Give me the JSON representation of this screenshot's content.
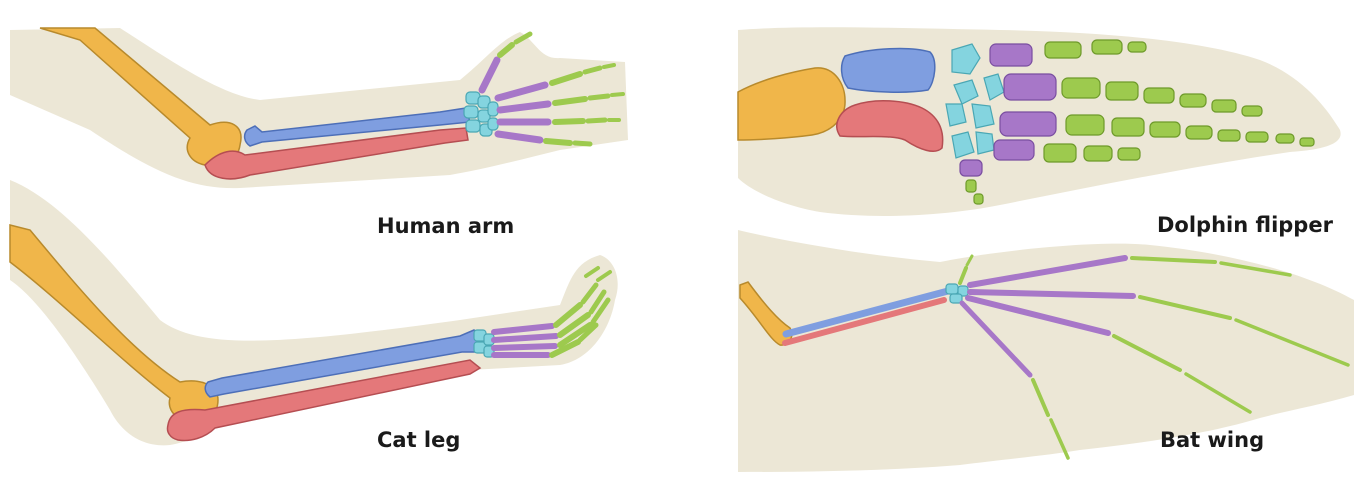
{
  "labels": {
    "human": "Human arm",
    "cat": "Cat leg",
    "dolphin": "Dolphin flipper",
    "bat": "Bat wing"
  },
  "colors": {
    "skin": "#ece7d6",
    "humerus": "#f0b64a",
    "radius": "#7f9ee0",
    "ulna": "#e4787a",
    "carpals": "#84d4df",
    "metacarpals": "#a777c8",
    "phalanges": "#9dca4e",
    "background": "#ffffff"
  }
}
